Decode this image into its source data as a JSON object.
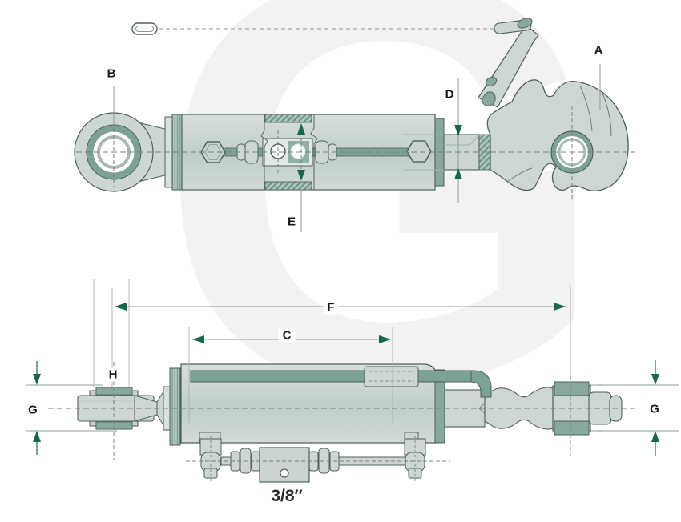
{
  "watermark": {
    "letter": "G"
  },
  "colors": {
    "background": "#ffffff",
    "watermark": "#f2f2f0",
    "part_body": "#cdd7d2",
    "part_shade": "#c0cdc7",
    "accent_teal": "#7ca295",
    "band_teal": "#87a89b",
    "outline": "#4f5f59",
    "dimension_arrow_green": "#17684a",
    "dimension_line_gray": "#8c9c95",
    "centerline": "#75837d",
    "label_text": "#1b1b1b"
  },
  "top_view": {
    "labels": {
      "a": "A",
      "b": "B",
      "d": "D",
      "e": "E"
    }
  },
  "bottom_view": {
    "labels": {
      "f": "F",
      "c": "C",
      "g_left": "G",
      "g_right": "G",
      "h": "H"
    },
    "thread_size": "3/8″"
  }
}
